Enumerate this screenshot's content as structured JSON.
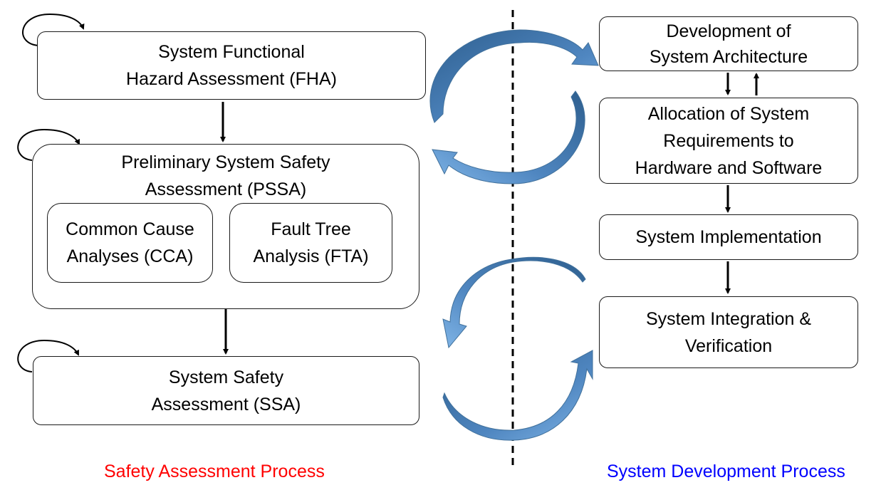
{
  "safety_process": {
    "fha": "System Functional\nHazard Assessment (FHA)",
    "pssa": "Preliminary System Safety\nAssessment (PSSA)",
    "cca": "Common Cause\nAnalyses (CCA)",
    "fta": "Fault Tree\nAnalysis (FTA)",
    "ssa": "System Safety\nAssessment (SSA)",
    "caption": "Safety Assessment Process"
  },
  "development_process": {
    "architecture": "Development of\nSystem Architecture",
    "allocation": "Allocation of System\nRequirements to\nHardware and Software",
    "implementation": "System Implementation",
    "integration": "System Integration &\nVerification",
    "caption": "System Development Process"
  },
  "colors": {
    "safety_caption": "#ff0000",
    "development_caption": "#0000ff",
    "cycle_arrow_light": "#5b9bd5",
    "cycle_arrow_dark": "#2e5f8f"
  }
}
